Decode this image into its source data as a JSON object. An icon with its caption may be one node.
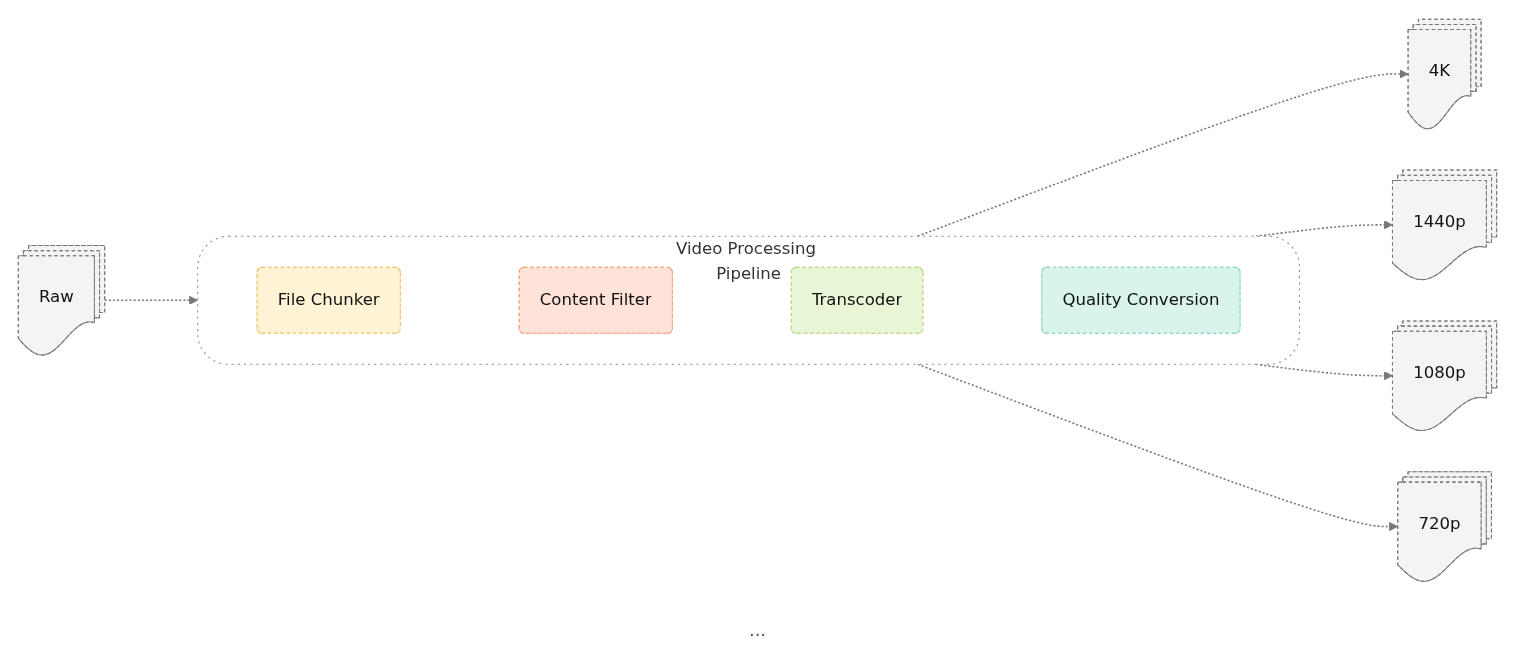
{
  "diagram": {
    "nodes": [
      {
        "text": [
          "Raw"
        ]
      },
      {
        "text": [
          "Video Processing Pipeline"
        ]
      },
      {
        "text": [
          "File Chunker"
        ],
        "in": 1
      },
      {
        "text": [
          "Content Filter"
        ],
        "in": 1
      },
      {
        "text": [
          "Transcoder"
        ],
        "in": 1
      },
      {
        "text": [
          "Quality Conversion"
        ],
        "in": 1
      },
      {
        "text": [
          "4K"
        ]
      },
      {
        "text": [
          "1440p"
        ]
      },
      {
        "text": [
          "1080p"
        ]
      },
      {
        "text": [
          "720p"
        ]
      }
    ],
    "edges": [
      {
        "from": 0,
        "to": 1,
        "arrow": "to",
        "style": "dashed"
      },
      {
        "from": 1,
        "to": 6,
        "arrow": "to",
        "style": "dashed"
      },
      {
        "from": 1,
        "to": 7,
        "arrow": "to",
        "style": "dashed"
      },
      {
        "from": 1,
        "to": 8,
        "arrow": "to",
        "style": "dashed"
      },
      {
        "from": 1,
        "to": 9,
        "arrow": "to",
        "style": "dashed"
      }
    ],
    "labels": [
      "..."
    ]
  }
}
